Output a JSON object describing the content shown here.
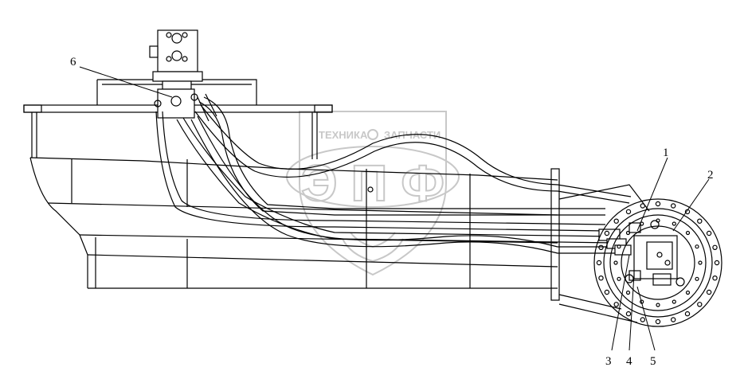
{
  "colors": {
    "line": "#000000",
    "watermark": "#c8c8c8",
    "background": "#ffffff"
  },
  "watermark": {
    "top_text": "ТЕХНИКА",
    "top_text_right": "ЗАПЧАСТИ",
    "logo_letters": "ЭПФ"
  },
  "callouts": [
    {
      "id": "1",
      "label": "1"
    },
    {
      "id": "2",
      "label": "2"
    },
    {
      "id": "3",
      "label": "3"
    },
    {
      "id": "4",
      "label": "4"
    },
    {
      "id": "5",
      "label": "5"
    },
    {
      "id": "6",
      "label": "6"
    }
  ]
}
